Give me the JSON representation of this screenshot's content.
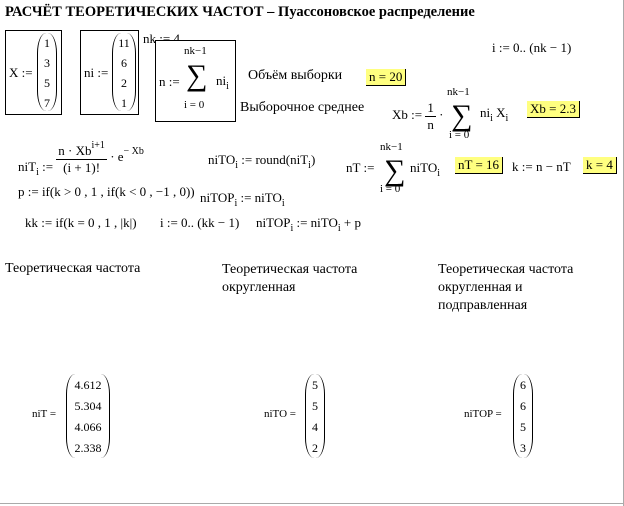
{
  "title": "РАСЧЁТ ТЕОРЕТИЧЕСКИХ ЧАСТОТ – Пуассоновское распределение",
  "defs": {
    "x_label": "X :=",
    "x_values": [
      "1",
      "3",
      "5",
      "7"
    ],
    "ni_label": "ni :=",
    "ni_values": [
      "11",
      "6",
      "2",
      "1"
    ],
    "nk": "nk := 4",
    "n_lhs": "n :=",
    "sum_top": "nk−1",
    "sum_bottom": "i = 0",
    "n_term": "ni",
    "sub_i": "i",
    "i_range": "i := 0.. (nk − 1)",
    "volume_label": "Объём выборки",
    "n_result": "n = 20",
    "mean_label": "Выборочное среднее",
    "xb_lhs": "Xb :=",
    "xb_num": "1",
    "xb_den": "n",
    "xb_term": "ni",
    "xb_term2": "X",
    "xb_result": "Xb = 2.3"
  },
  "formulas": {
    "nit_lhs": "niT",
    "nit_num": "n · Xb",
    "nit_sup": "i+1",
    "nit_den": "(i + 1)!",
    "nit_exp": "· e",
    "nit_exp_sup": "− Xb",
    "nito": "niTO",
    "nito_rhs": "round(niT",
    "nito_close": ")",
    "nt_lhs": "nT :=",
    "nt_term": "niTO",
    "nt_result": "nT = 16",
    "k_def": "k := n − nT",
    "k_result": "k = 4",
    "p_def": "p := if(k > 0 , 1 , if(k < 0 , −1 , 0))",
    "nitop1_lhs": "niTOP",
    "nitop1_rhs": ":= niTO",
    "kk_def": "kk := if(k = 0 , 1 , |k|)",
    "i_range2": "i := 0.. (kk − 1)",
    "nitop2_lhs": "niTOP",
    "nitop2_rhs": ":= niTO",
    "nitop2_tail": "+ p"
  },
  "headings": [
    "Теоретическая частота",
    "Теоретическая частота округленная",
    "Теоретическая частота округленная и подправленная"
  ],
  "results": [
    {
      "label": "niT =",
      "values": [
        "4.612",
        "5.304",
        "4.066",
        "2.338"
      ]
    },
    {
      "label": "niTO =",
      "values": [
        "5",
        "5",
        "4",
        "2"
      ]
    },
    {
      "label": "niTOP =",
      "values": [
        "6",
        "6",
        "5",
        "3"
      ]
    }
  ]
}
